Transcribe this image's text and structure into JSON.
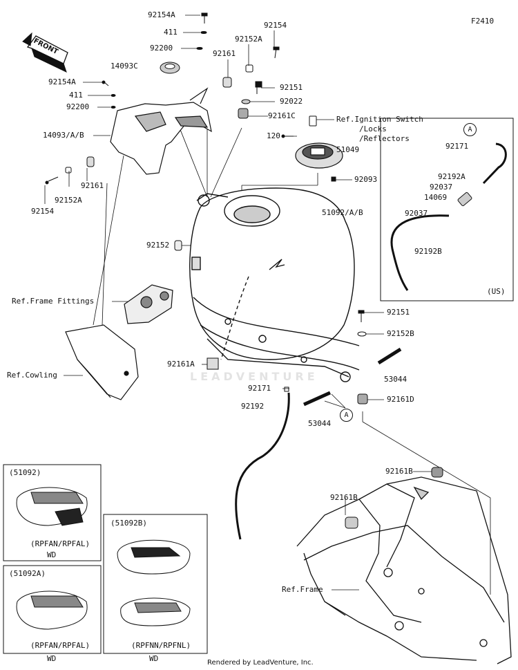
{
  "figure_code": "F2410",
  "watermark": "LEADVENTURE",
  "footer": "Rendered by LeadVenture, Inc.",
  "front_arrow": "FRONT",
  "callout_letter": "A",
  "parts": {
    "p92154A_top": "92154A",
    "p411_top": "411",
    "p92200_top": "92200",
    "p92154_top": "92154",
    "p92152A_top": "92152A",
    "p92161_top": "92161",
    "p14093C": "14093C",
    "p92154A_left": "92154A",
    "p411_left": "411",
    "p92200_left": "92200",
    "p14093": "14093/A/B",
    "p92161_left": "92161",
    "p92152A_left": "92152A",
    "p92154_left": "92154",
    "p92151_top": "92151",
    "p92022": "92022",
    "p92161C": "92161C",
    "p120": "120",
    "p51049": "51049",
    "p92093": "92093",
    "p51092": "51092/A/B",
    "p92152": "92152",
    "p92151_mid": "92151",
    "p92152B": "92152B",
    "p53044_right": "53044",
    "p92161D": "92161D",
    "p92161A": "92161A",
    "p92171_mid": "92171",
    "p92192_mid": "92192",
    "p53044_mid": "53044",
    "p92161B_right": "92161B",
    "p92161B_mid": "92161B"
  },
  "refs": {
    "ignition_1": "Ref.Ignition Switch",
    "ignition_2": "/Locks",
    "ignition_3": "/Reflectors",
    "frame_fittings": "Ref.Frame Fittings",
    "cowling": "Ref.Cowling",
    "frame": "Ref.Frame"
  },
  "us_box": {
    "p92171": "92171",
    "p92192A": "92192A",
    "p92037a": "92037",
    "p14069": "14069",
    "p92037b": "92037",
    "p92192B": "92192B",
    "region": "(US)"
  },
  "variants": [
    {
      "part": "(51092)",
      "codes": "(RPFAN/RPFAL)",
      "market": "WD"
    },
    {
      "part": "(51092A)",
      "codes": "(RPFAN/RPFAL)",
      "market": "WD"
    },
    {
      "part": "(51092B)",
      "codes": "(RPFNN/RPFNL)",
      "market": "WD"
    }
  ]
}
